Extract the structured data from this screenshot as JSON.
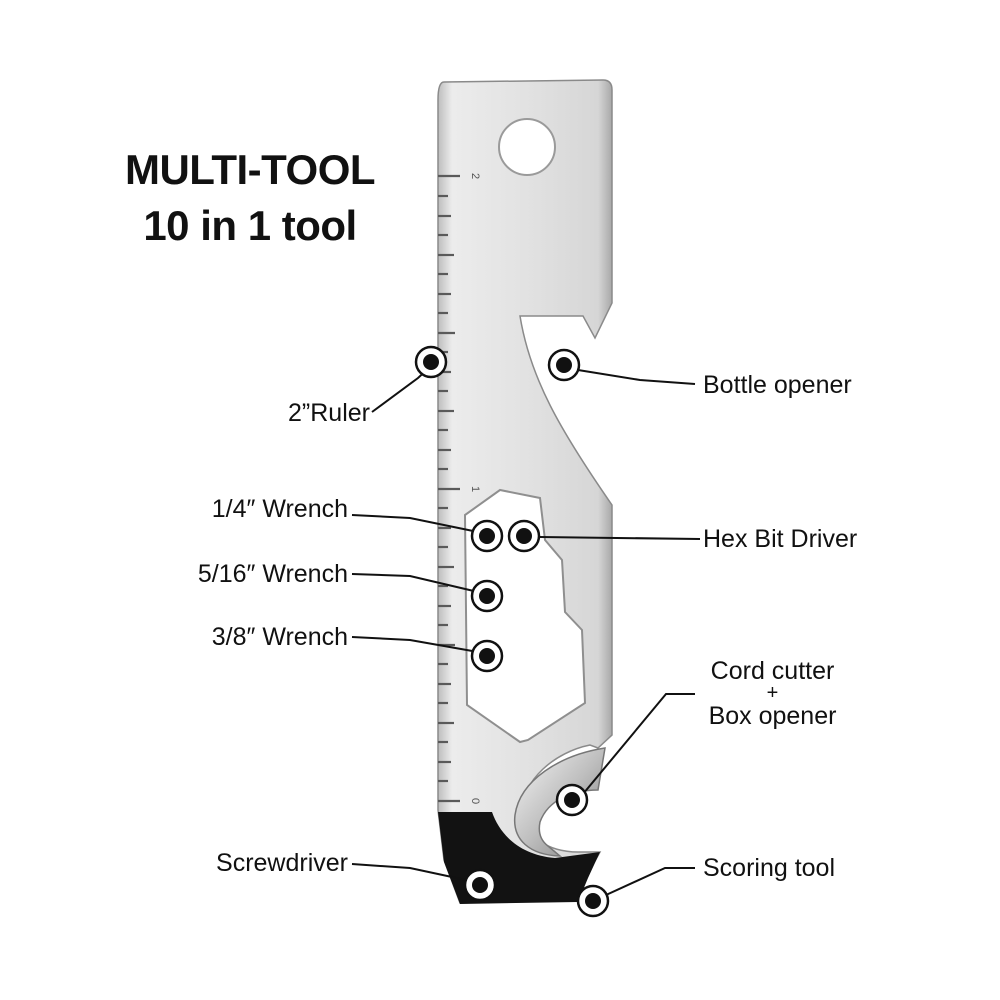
{
  "title": {
    "line1": "MULTI-TOOL",
    "line2": "10 in 1 tool"
  },
  "ruler": {
    "numbers": [
      "2",
      "1",
      "0"
    ]
  },
  "labels": {
    "ruler": "2”Ruler",
    "bottle_opener": "Bottle opener",
    "wrench_quarter": "1/4″  Wrench",
    "hex_bit_driver": "Hex Bit Driver",
    "wrench_five_sixteenths": "5/16″  Wrench",
    "wrench_three_eighths": "3/8″  Wrench",
    "cord_cutter": "Cord cutter",
    "plus": "+",
    "box_opener": "Box opener",
    "screwdriver": "Screwdriver",
    "scoring_tool": "Scoring tool"
  },
  "colors": {
    "background": "#ffffff",
    "steel_light": "#f2f2f2",
    "steel_mid": "#cfcfcf",
    "steel_dark": "#9a9a9a",
    "blade_black": "#111111",
    "text": "#111111"
  }
}
